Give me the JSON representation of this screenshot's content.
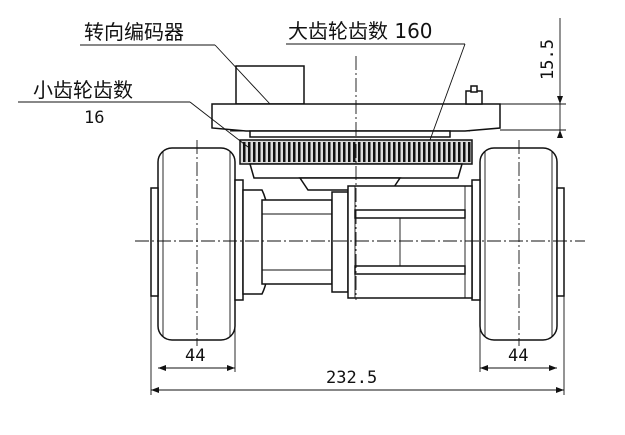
{
  "labels": {
    "encoder": "转向编码器",
    "large_gear": "大齿轮齿数 160",
    "small_gear_title": "小齿轮齿数",
    "small_gear_count": "16"
  },
  "dimensions": {
    "height": "15.5",
    "left_wheel_width": "44",
    "right_wheel_width": "44",
    "overall_width": "232.5"
  }
}
